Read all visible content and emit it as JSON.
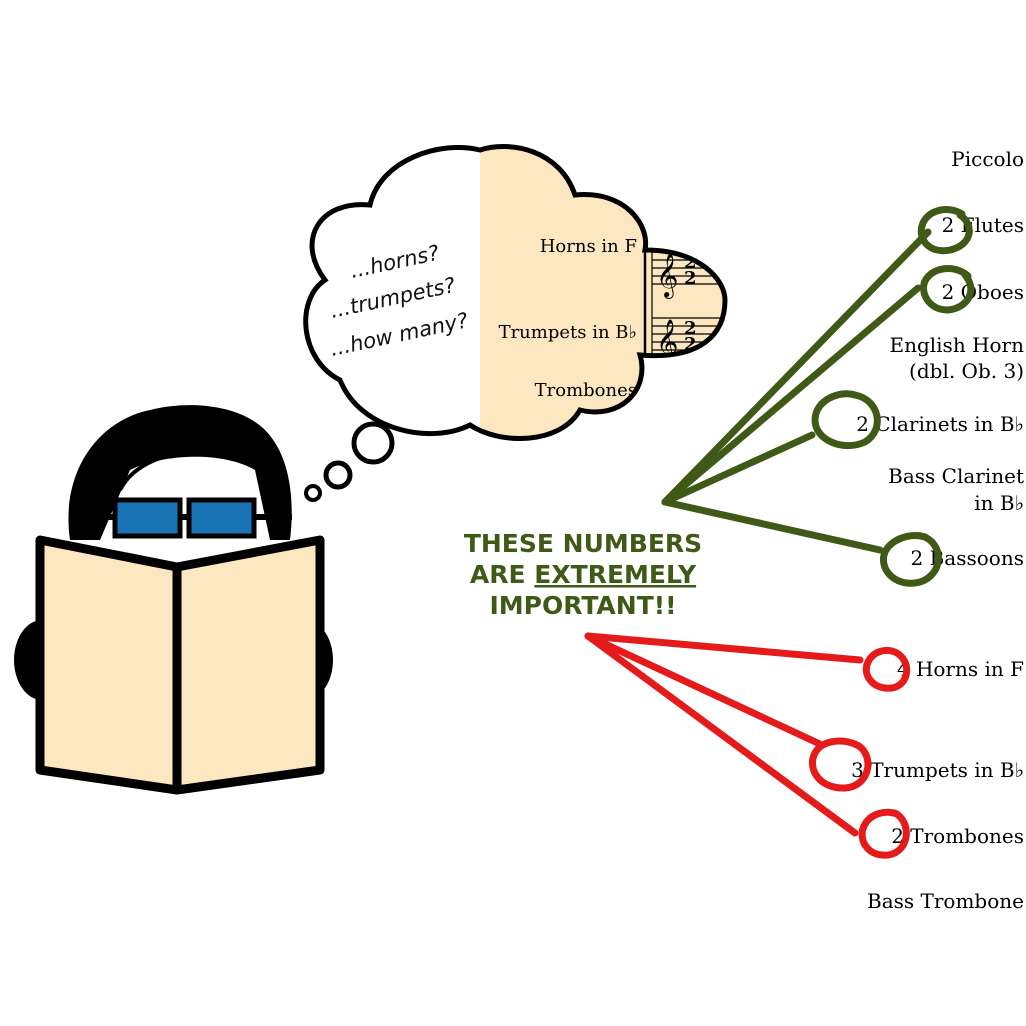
{
  "thought_lines": [
    "...horns?",
    "...trumpets?",
    "...how many?"
  ],
  "score_excerpt": {
    "rows": [
      "Horns in F",
      "Trumpets in B♭",
      "Trombones"
    ]
  },
  "callout": {
    "line1": "THESE NUMBERS",
    "line2_prefix": "ARE",
    "line2_emphasis": "EXTREMELY",
    "line3": "IMPORTANT!!"
  },
  "instrument_list": [
    {
      "id": "piccolo",
      "line1": "Piccolo"
    },
    {
      "id": "flutes",
      "line1": "2 Flutes",
      "circled": "woodwind"
    },
    {
      "id": "oboes",
      "line1": "2 Oboes",
      "circled": "woodwind"
    },
    {
      "id": "english-horn",
      "line1": "English Horn",
      "line2": "(dbl. Ob. 3)"
    },
    {
      "id": "clarinets",
      "line1": "2 Clarinets in B♭",
      "circled": "woodwind"
    },
    {
      "id": "bass-clarinet",
      "line1": "Bass Clarinet",
      "line2": "in B♭"
    },
    {
      "id": "bassoons",
      "line1": "2 Bassoons",
      "circled": "woodwind"
    },
    {
      "id": "horns",
      "line1": "4 Horns in F",
      "circled": "brass"
    },
    {
      "id": "trumpets",
      "line1": "3 Trumpets in B♭",
      "circled": "brass"
    },
    {
      "id": "trombones",
      "line1": "2 Trombones",
      "circled": "brass"
    },
    {
      "id": "bass-trombone",
      "line1": "Bass Trombone"
    }
  ],
  "colors": {
    "woodwind": "#3e5a16",
    "brass": "#e51a1a",
    "book_page": "#fde7c0",
    "glasses": "#1a73b5",
    "outline": "#000000"
  },
  "icons": [
    "reader-figure",
    "thought-cloud",
    "treble-clef-icon",
    "book-icon",
    "glasses-icon"
  ]
}
